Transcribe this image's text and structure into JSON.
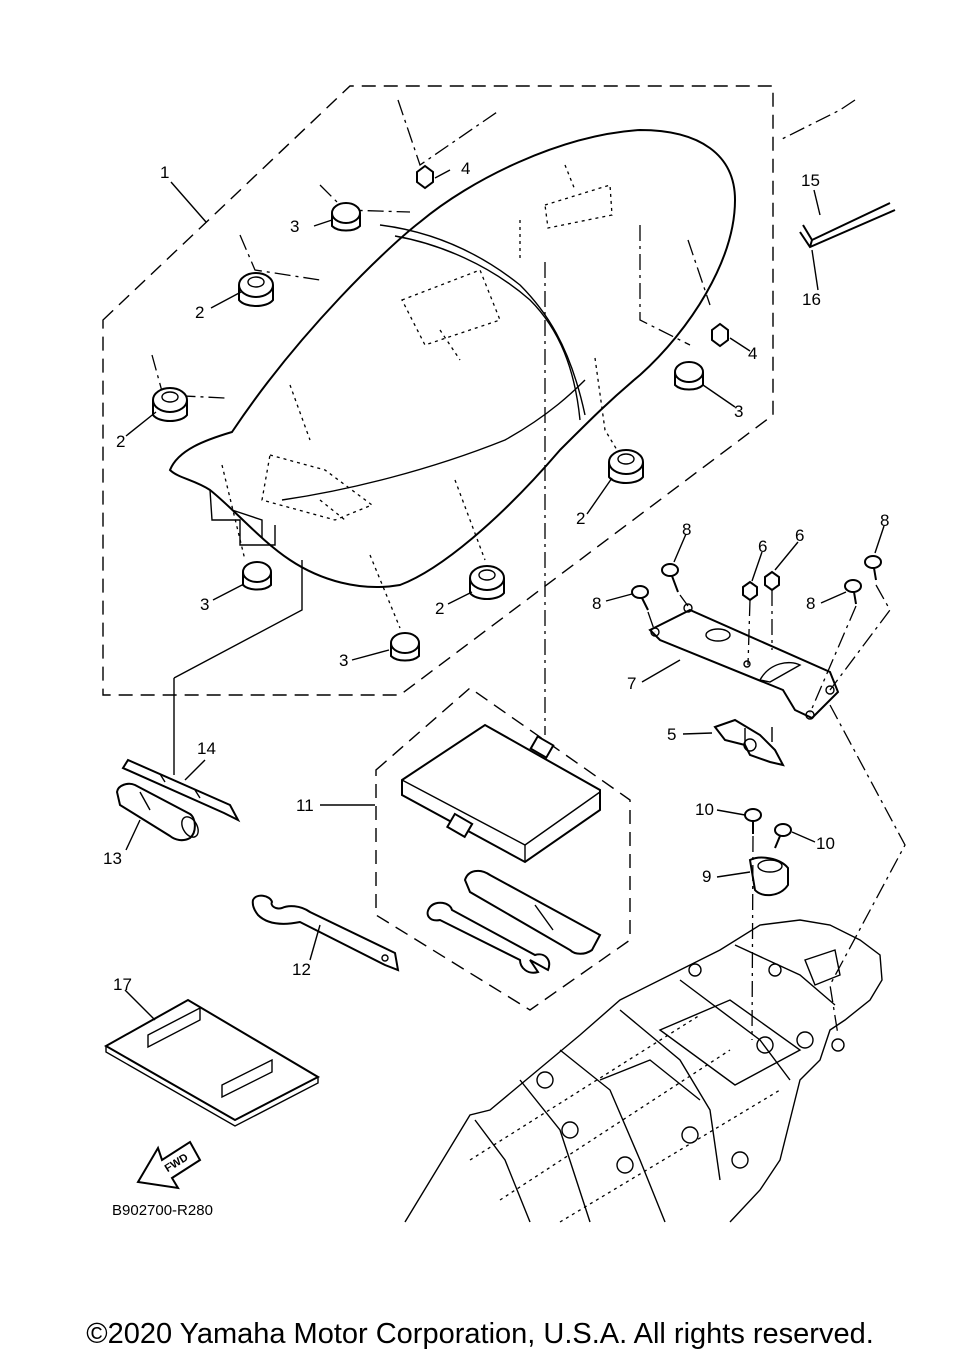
{
  "diagram": {
    "callouts": [
      "1",
      "2",
      "3",
      "4",
      "5",
      "6",
      "7",
      "8",
      "9",
      "10",
      "11",
      "12",
      "13",
      "14",
      "15",
      "16",
      "17"
    ],
    "fwd_label": "FWD",
    "drawing_code": "B902700-R280"
  },
  "footer": {
    "copyright": "©2020 Yamaha Motor Corporation, U.S.A. All rights reserved."
  }
}
